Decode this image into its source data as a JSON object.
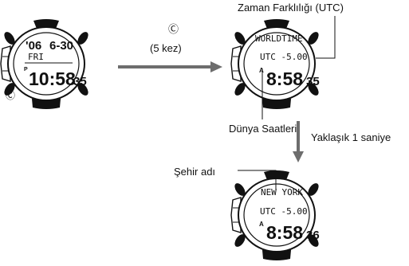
{
  "labels": {
    "time_difference": "Zaman Farklılığı (UTC)",
    "button_c_top": "Ⓒ",
    "press_count": "(5 kez)",
    "world_time": "Dünya Saatleri",
    "approx_wait": "Yaklaşık 1 saniye",
    "city_name": "Şehir adı",
    "button_c_left": "Ⓒ"
  },
  "watch1": {
    "year_mark": "'06",
    "date": "6-30",
    "weekday": "FRI",
    "pm": "P",
    "time": "10:58",
    "seconds": "35"
  },
  "watch2": {
    "mode": "WORLDTIME",
    "utc": "UTC -5.00",
    "am": "A",
    "time": "8:58",
    "seconds": "35"
  },
  "watch3": {
    "city": "NEW YORK",
    "utc": "UTC -5.00",
    "am": "A",
    "time": "8:58",
    "seconds": "36"
  }
}
